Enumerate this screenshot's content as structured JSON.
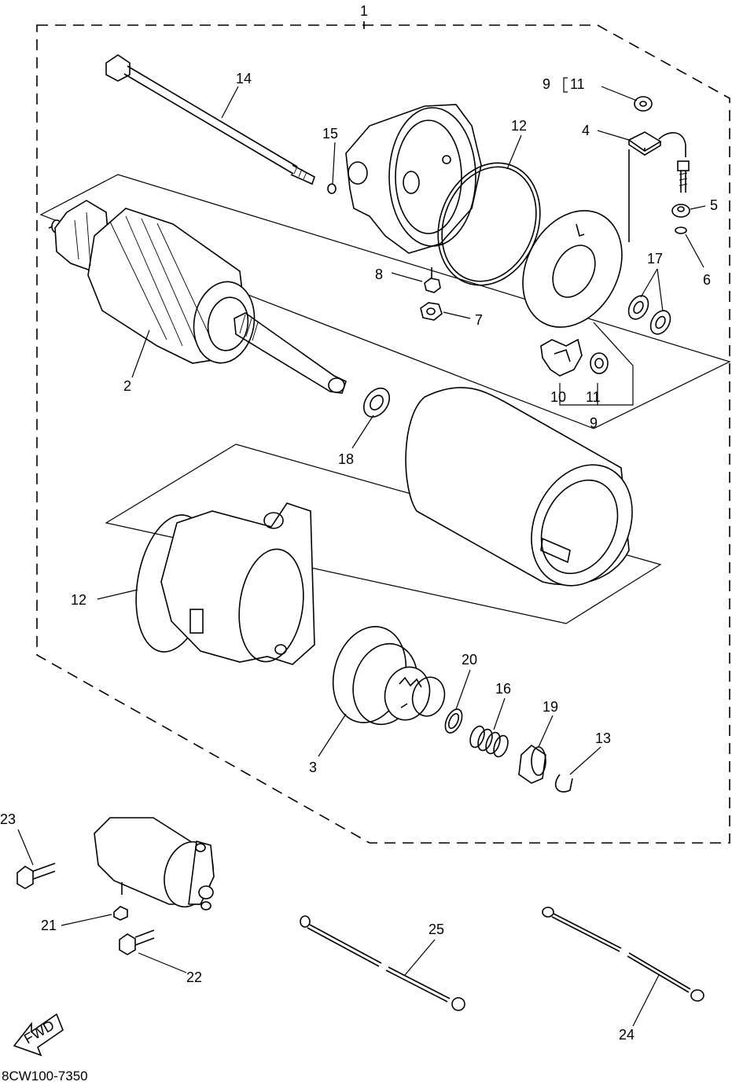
{
  "diagram": {
    "code": "8CW100-7350",
    "fwd_label": "FWD",
    "parts": [
      {
        "id": "p1",
        "label": "1"
      },
      {
        "id": "p2",
        "label": "2"
      },
      {
        "id": "p3",
        "label": "3"
      },
      {
        "id": "p4",
        "label": "4"
      },
      {
        "id": "p5",
        "label": "5"
      },
      {
        "id": "p6",
        "label": "6"
      },
      {
        "id": "p7",
        "label": "7"
      },
      {
        "id": "p8",
        "label": "8"
      },
      {
        "id": "p9a",
        "label": "9"
      },
      {
        "id": "p9b",
        "label": "9"
      },
      {
        "id": "p10",
        "label": "10"
      },
      {
        "id": "p11a",
        "label": "11"
      },
      {
        "id": "p11b",
        "label": "11"
      },
      {
        "id": "p12a",
        "label": "12"
      },
      {
        "id": "p12b",
        "label": "12"
      },
      {
        "id": "p13",
        "label": "13"
      },
      {
        "id": "p14",
        "label": "14"
      },
      {
        "id": "p15",
        "label": "15"
      },
      {
        "id": "p16",
        "label": "16"
      },
      {
        "id": "p17",
        "label": "17"
      },
      {
        "id": "p18",
        "label": "18"
      },
      {
        "id": "p19",
        "label": "19"
      },
      {
        "id": "p20",
        "label": "20"
      },
      {
        "id": "p21",
        "label": "21"
      },
      {
        "id": "p22",
        "label": "22"
      },
      {
        "id": "p23",
        "label": "23"
      },
      {
        "id": "p24",
        "label": "24"
      },
      {
        "id": "p25",
        "label": "25"
      }
    ]
  }
}
